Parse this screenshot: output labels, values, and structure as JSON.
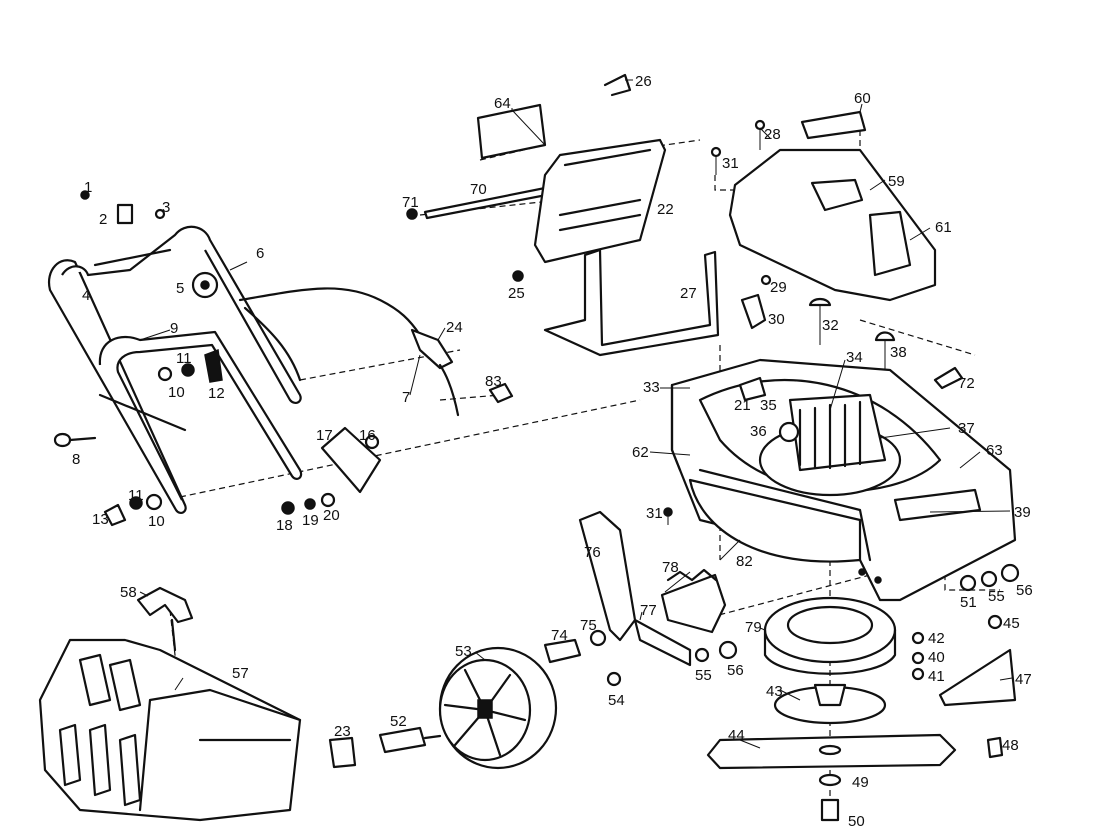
{
  "diagram": {
    "title": "Lawn mower exploded parts diagram",
    "callouts": [
      "1",
      "2",
      "3",
      "4",
      "5",
      "6",
      "9",
      "11",
      "10",
      "12",
      "8",
      "7",
      "24",
      "83",
      "17",
      "16",
      "18",
      "19",
      "20",
      "13",
      "11",
      "10",
      "71",
      "70",
      "64",
      "26",
      "22",
      "25",
      "27",
      "28",
      "31",
      "60",
      "59",
      "61",
      "29",
      "30",
      "32",
      "34",
      "38",
      "72",
      "33",
      "21",
      "35",
      "36",
      "37",
      "62",
      "63",
      "31",
      "39",
      "76",
      "82",
      "78",
      "77",
      "75",
      "74",
      "53",
      "54",
      "55",
      "56",
      "79",
      "42",
      "40",
      "41",
      "45",
      "47",
      "51",
      "55",
      "56",
      "43",
      "44",
      "48",
      "49",
      "50",
      "58",
      "57",
      "23",
      "52"
    ]
  }
}
